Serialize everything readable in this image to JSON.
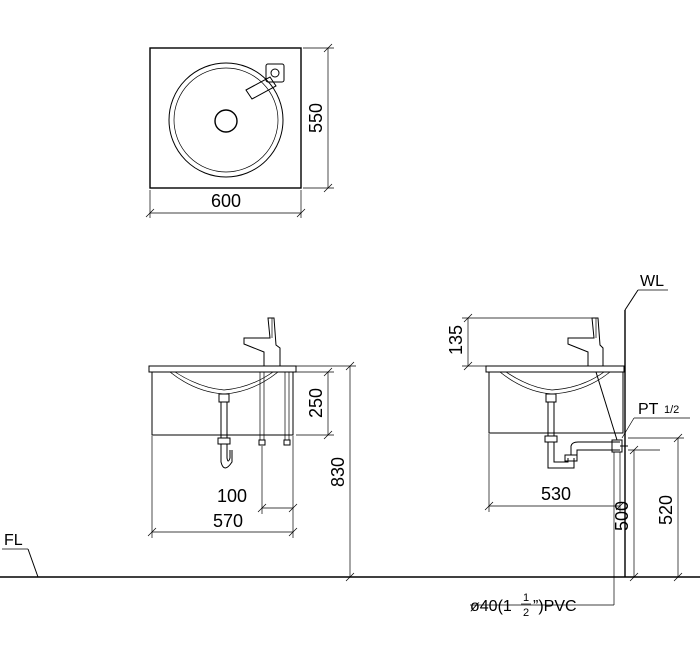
{
  "top_view": {
    "width_label": "600",
    "depth_label": "550"
  },
  "front_view": {
    "dim_offset": "100",
    "dim_width": "570",
    "dim_cabinet_height": "250",
    "dim_total_height": "830"
  },
  "side_view": {
    "dim_depth": "530",
    "dim_faucet_height": "135",
    "dim_outlet_height": "500",
    "dim_supply_height": "520"
  },
  "labels": {
    "wall": "WL",
    "floor": "FL",
    "supply_main": "PT",
    "supply_fraction": "1/2",
    "drain_text": "ø40(1",
    "drain_num": "1",
    "drain_den": "2",
    "drain_suffix": "”)PVC"
  }
}
